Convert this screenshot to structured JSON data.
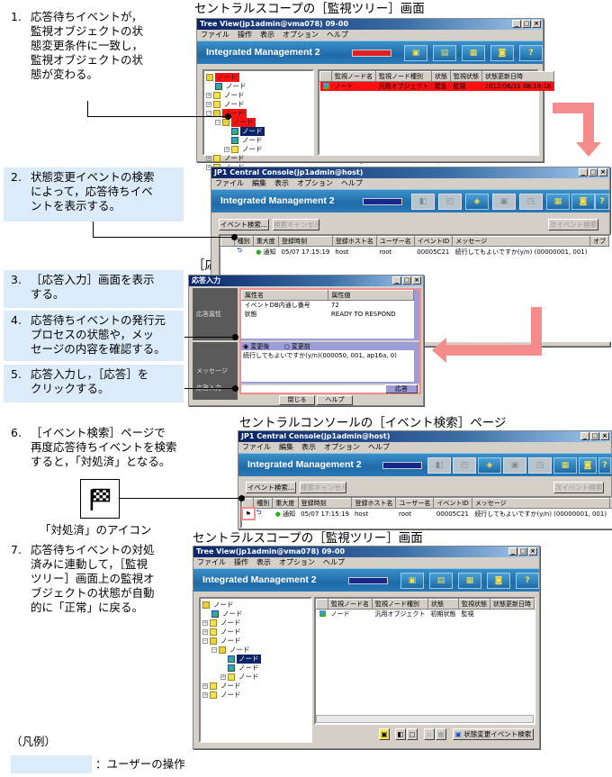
{
  "steps": [
    {
      "num": "1.",
      "text": "応答待ちイベントが，\n監視オブジェクトの状\n態変更条件に一致し，\n監視オブジェクトの状\n態が変わる。",
      "user_action": false
    },
    {
      "num": "2.",
      "text": "状態変更イベントの検索\nによって，応答待ちイベ\nントを表示する。",
      "user_action": true
    },
    {
      "num": "3.",
      "text": "［応答入力］画面を表示\nする。",
      "user_action": true
    },
    {
      "num": "4.",
      "text": "応答待ちイベントの発行元\nプロセスの状態や，メッ\nセージの内容を確認する。",
      "user_action": true
    },
    {
      "num": "5.",
      "text": "応答入力し，［応答］を\nクリックする。",
      "user_action": true
    },
    {
      "num": "6.",
      "text": "［イベント検索］ページで\n再度応答待ちイベントを検索\nすると，「対処済」となる。",
      "user_action": false
    },
    {
      "num": "7.",
      "text": "応答待ちイベントの対処\n済みに連動して，［監視\nツリー］画面上の監視オ\nブジェクトの状態が自動\n的に「正常」に戻る。",
      "user_action": false
    }
  ],
  "captions": {
    "tree1": "セントラルスコープの［監視ツリー］画面",
    "console1": "セントラルコンソールの［イベント検索］ページ",
    "response": "［応答入力］画面",
    "console2": "セントラルコンソールの［イベント検索］ページ",
    "tree2": "セントラルスコープの［監視ツリー］画面",
    "handled_icon": "「対処済」のアイコン"
  },
  "legend": {
    "title": "（凡例）",
    "user_action": "：ユーザーの操作"
  },
  "brand": "Integrated Management 2",
  "tree_view": {
    "title": "Tree View(jp1admin@vma078) 09-00",
    "menu": [
      "ファイル",
      "操作",
      "表示",
      "オプション",
      "ヘルプ"
    ],
    "node_label": "ノード",
    "columns": [
      "監視ノード名",
      "監視ノード種別",
      "状態",
      "監視状態",
      "状態更新日時"
    ],
    "row_before": {
      "name": "ノード",
      "type": "汎用オブジェクト",
      "status": "緊急",
      "monitor": "監視",
      "updated": "2012/06/11 08:18:18"
    },
    "row_after": {
      "name": "ノード",
      "type": "汎用オブジェクト",
      "status": "初期状態",
      "monitor": "監視",
      "updated": ""
    },
    "status_event_search": "状態変更イベント検索"
  },
  "console": {
    "title": "JP1 Central Console(jp1admin@host)",
    "menu": [
      "ファイル",
      "編集",
      "表示",
      "オプション",
      "ヘルプ"
    ],
    "event_search": "イベント検索...",
    "cancel_search": "検索キャンセル",
    "next_search": "次イベント検索",
    "columns": [
      "",
      "種別",
      "重大度",
      "登録時刻",
      "登録ホスト名",
      "ユーザー名",
      "イベントID",
      "メッセージ",
      "オブ"
    ],
    "row": {
      "severity": "通知",
      "time": "05/07 17:15:19",
      "host": "host",
      "user": "root",
      "event_id": "00005C21",
      "message": "続行してもよいですか(y/n) (00000001, 001)"
    }
  },
  "response_window": {
    "title": "応答入力",
    "side_attr": "応答属性",
    "side_msg": "メッセージ",
    "side_input": "応答入力",
    "attr_cols": [
      "属性名",
      "属性値"
    ],
    "attr_rows": [
      [
        "イベントDB内通し番号",
        "72"
      ],
      [
        "状態",
        "READY TO RESPOND"
      ]
    ],
    "radio_after": "変更後",
    "radio_before": "変更前",
    "message": "続行してもよいですか(y/n)(000050, 001, ap16a, 0)",
    "input_value": "",
    "respond": "応答",
    "close": "閉じる",
    "help": "ヘルプ"
  },
  "colors": {
    "user_action_bg": "#dcebfa",
    "arrow": "#f48c8c",
    "alert": "#ff1010",
    "selected": "#0a246a"
  }
}
